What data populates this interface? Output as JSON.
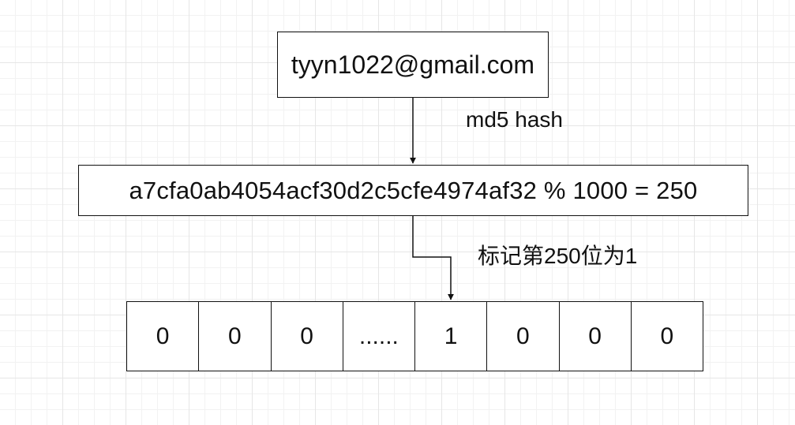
{
  "email": "tyyn1022@gmail.com",
  "hash_step_label": "md5 hash",
  "hash_expression": "a7cfa0ab4054acf30d2c5cfe4974af32 % 1000 = 250",
  "mark_step_label": "标记第250位为1",
  "bit_array": [
    "0",
    "0",
    "0",
    "......",
    "1",
    "0",
    "0",
    "0"
  ]
}
